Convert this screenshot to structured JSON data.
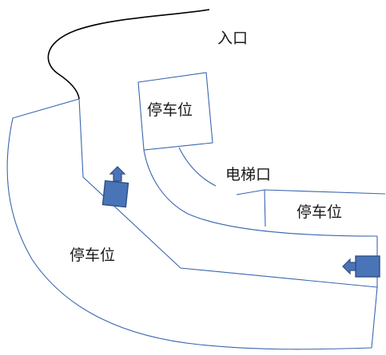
{
  "labels": {
    "entrance": "入口",
    "parking_top": "停车位",
    "elevator": "电梯口",
    "parking_right": "停车位",
    "parking_left": "停车位"
  },
  "colors": {
    "lane_lines": "#3a66b0",
    "entrance_curve": "#000000",
    "arrow_fill": "#4a74b8",
    "arrow_stroke": "#2f4f86"
  },
  "arrows": [
    {
      "id": "arrow-up",
      "direction": "up"
    },
    {
      "id": "arrow-left",
      "direction": "left"
    }
  ]
}
